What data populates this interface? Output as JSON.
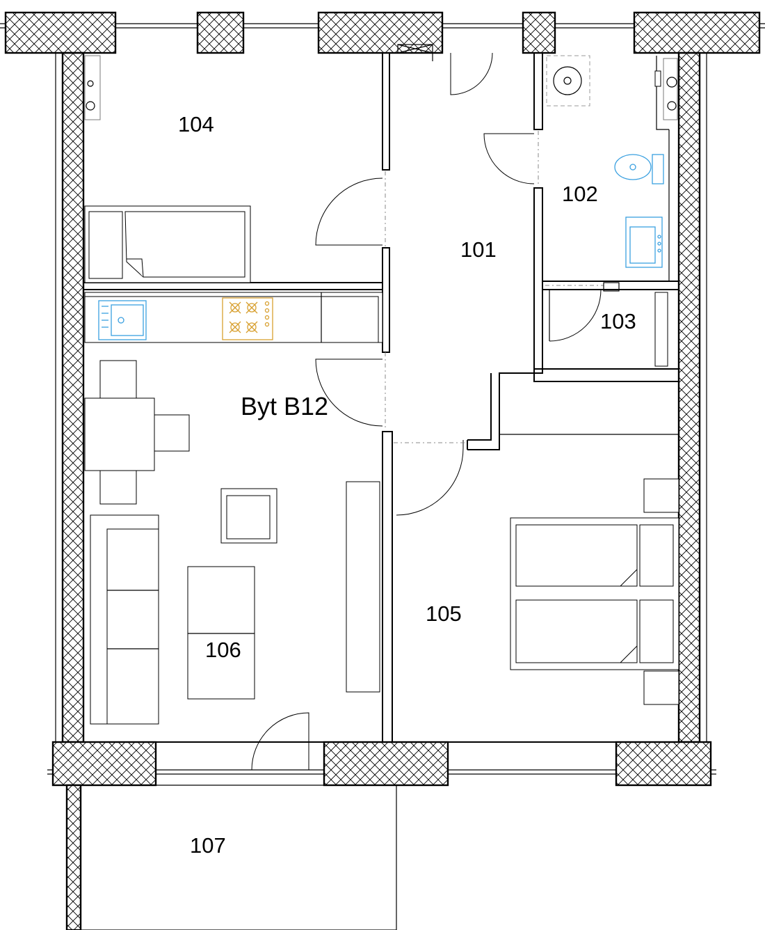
{
  "plan": {
    "apartment_label": "Byt B12",
    "rooms": [
      {
        "id": "101"
      },
      {
        "id": "102"
      },
      {
        "id": "103"
      },
      {
        "id": "104"
      },
      {
        "id": "105"
      },
      {
        "id": "106"
      },
      {
        "id": "107"
      }
    ],
    "colors": {
      "walls": "#000000",
      "sanitary": "#3aa0e0",
      "cooktop": "#d8a030",
      "background": "#ffffff"
    }
  }
}
